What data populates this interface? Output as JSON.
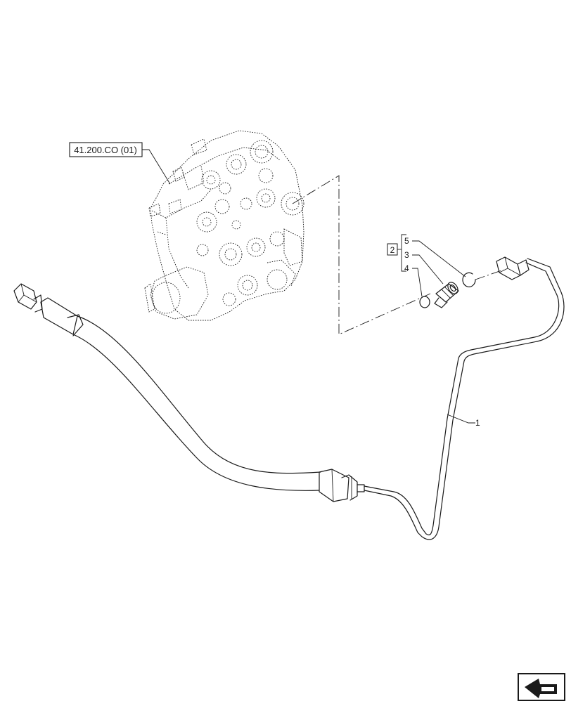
{
  "reference_label": "41.200.CO (01)",
  "callouts": {
    "kit": "2",
    "item_5": "5",
    "item_3": "3",
    "item_4": "4",
    "item_1": "1"
  },
  "icons": {
    "nav": "next-page-arrow-icon"
  }
}
